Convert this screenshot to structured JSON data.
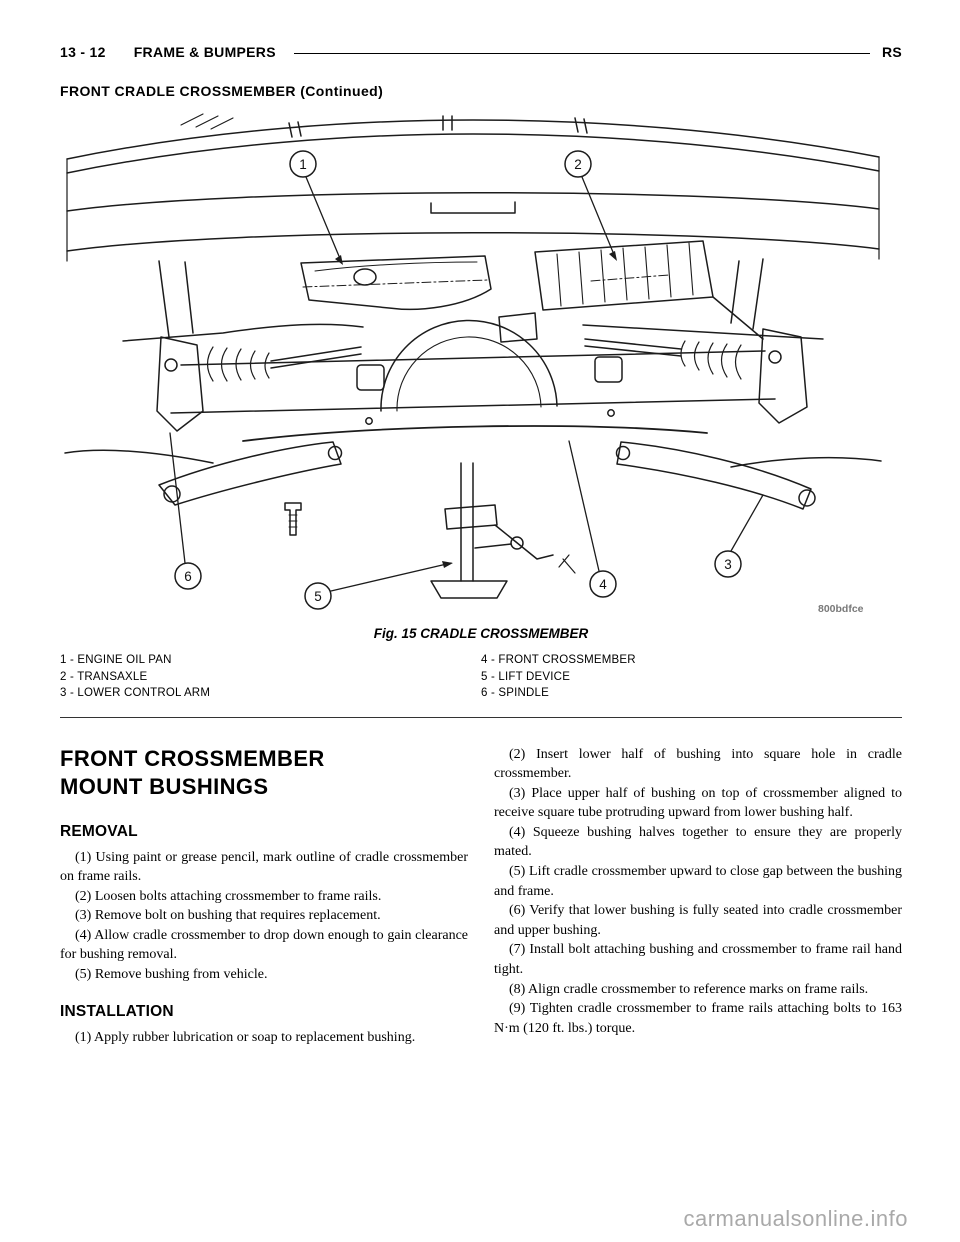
{
  "header": {
    "page_number": "13 - 12",
    "section_title": "FRAME & BUMPERS",
    "model_code": "RS",
    "continued_title": "FRONT CRADLE CROSSMEMBER (Continued)"
  },
  "figure": {
    "caption": "Fig. 15 CRADLE CROSSMEMBER",
    "image_code": "800bdfce",
    "callouts": [
      "1",
      "2",
      "3",
      "4",
      "5",
      "6"
    ],
    "legend_left": [
      "1 - ENGINE OIL PAN",
      "2 - TRANSAXLE",
      "3 - LOWER CONTROL ARM"
    ],
    "legend_right": [
      "4 - FRONT CROSSMEMBER",
      "5 - LIFT DEVICE",
      "6 - SPINDLE"
    ]
  },
  "article": {
    "title_line1": "FRONT CROSSMEMBER",
    "title_line2": "MOUNT BUSHINGS",
    "removal": {
      "heading": "REMOVAL",
      "steps": [
        "(1) Using paint or grease pencil, mark outline of cradle crossmember on frame rails.",
        "(2) Loosen bolts attaching crossmember to frame rails.",
        "(3) Remove bolt on bushing that requires replacement.",
        "(4) Allow cradle crossmember to drop down enough to gain clearance for bushing removal.",
        "(5) Remove bushing from vehicle."
      ]
    },
    "installation": {
      "heading": "INSTALLATION",
      "steps_left": [
        "(1) Apply rubber lubrication or soap to replacement bushing."
      ],
      "steps_right": [
        "(2) Insert lower half of bushing into square hole in cradle crossmember.",
        "(3) Place upper half of bushing on top of crossmember aligned to receive square tube protruding upward from lower bushing half.",
        "(4) Squeeze bushing halves together to ensure they are properly mated.",
        "(5) Lift cradle crossmember upward to close gap between the bushing and frame.",
        "(6) Verify that lower bushing is fully seated into cradle crossmember and upper bushing.",
        "(7) Install bolt attaching bushing and crossmember to frame rail hand tight.",
        "(8) Align cradle crossmember to reference marks on frame rails.",
        "(9) Tighten cradle crossmember to frame rails attaching bolts to 163 N·m (120 ft. lbs.) torque."
      ]
    }
  },
  "watermark": "carmanualsonline.info"
}
